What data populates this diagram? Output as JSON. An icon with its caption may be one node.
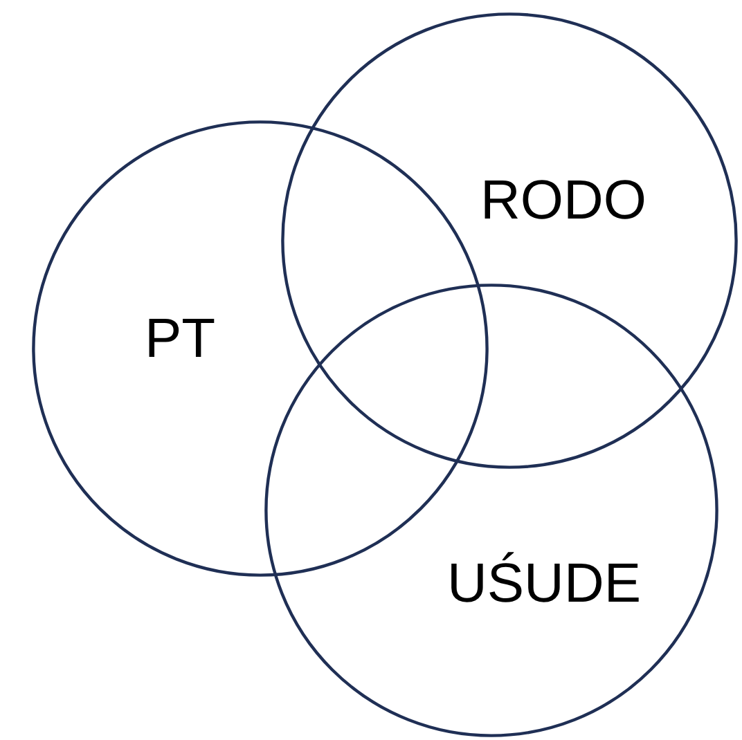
{
  "diagram": {
    "nodes": [
      {
        "text": [
          "PT"
        ]
      },
      {
        "text": [
          "RODO"
        ]
      },
      {
        "text": [
          "UŚUDE"
        ]
      }
    ]
  }
}
